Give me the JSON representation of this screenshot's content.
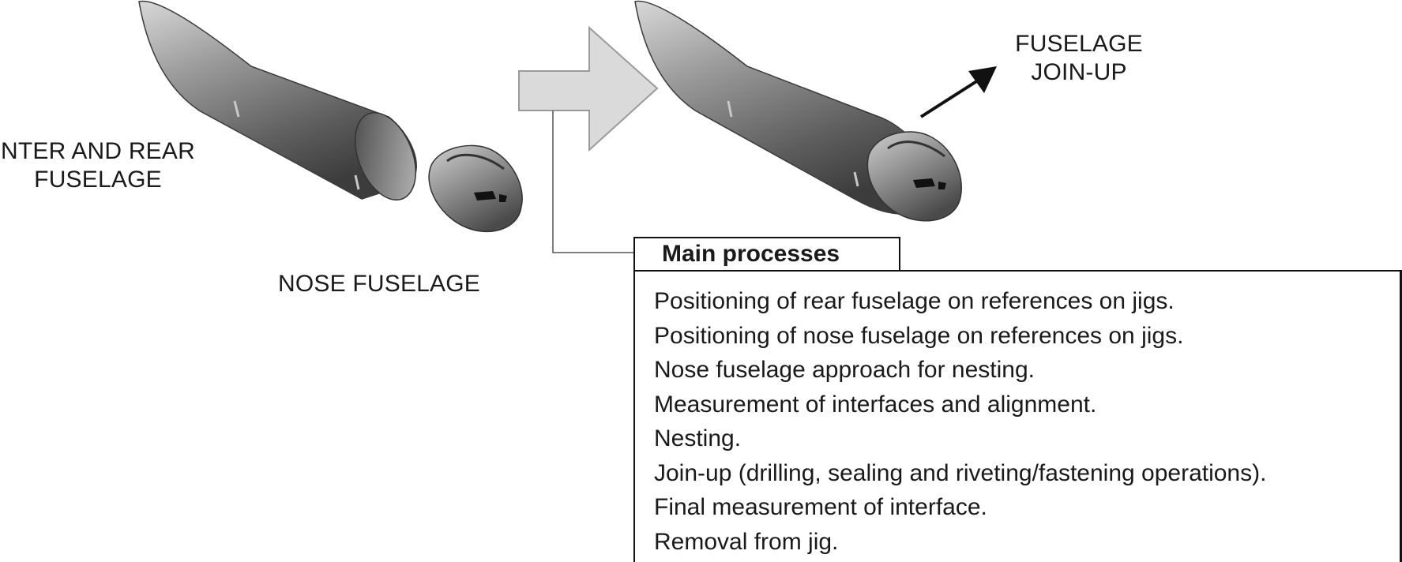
{
  "labels": {
    "left": [
      "NTER AND REAR",
      "FUSELAGE"
    ],
    "nose": "NOSE FUSELAGE",
    "joinup": [
      "FUSELAGE",
      "JOIN-UP"
    ]
  },
  "process_box": {
    "title": "Main processes",
    "steps": [
      "Positioning of rear fuselage on references on jigs.",
      "Positioning of nose fuselage on references on jigs.",
      "Nose fuselage approach for nesting.",
      "Measurement of interfaces and alignment.",
      "Nesting.",
      "Join-up (drilling, sealing and riveting/fastening operations).",
      "Final measurement of interface.",
      "Removal from jig."
    ]
  },
  "colors": {
    "fuselage_gray": "#6d6d6d",
    "arrow_gray": "#dadada",
    "line": "#111111"
  },
  "icons": [
    "fuselage-body",
    "nose-cone",
    "process-arrow",
    "direction-arrow"
  ]
}
